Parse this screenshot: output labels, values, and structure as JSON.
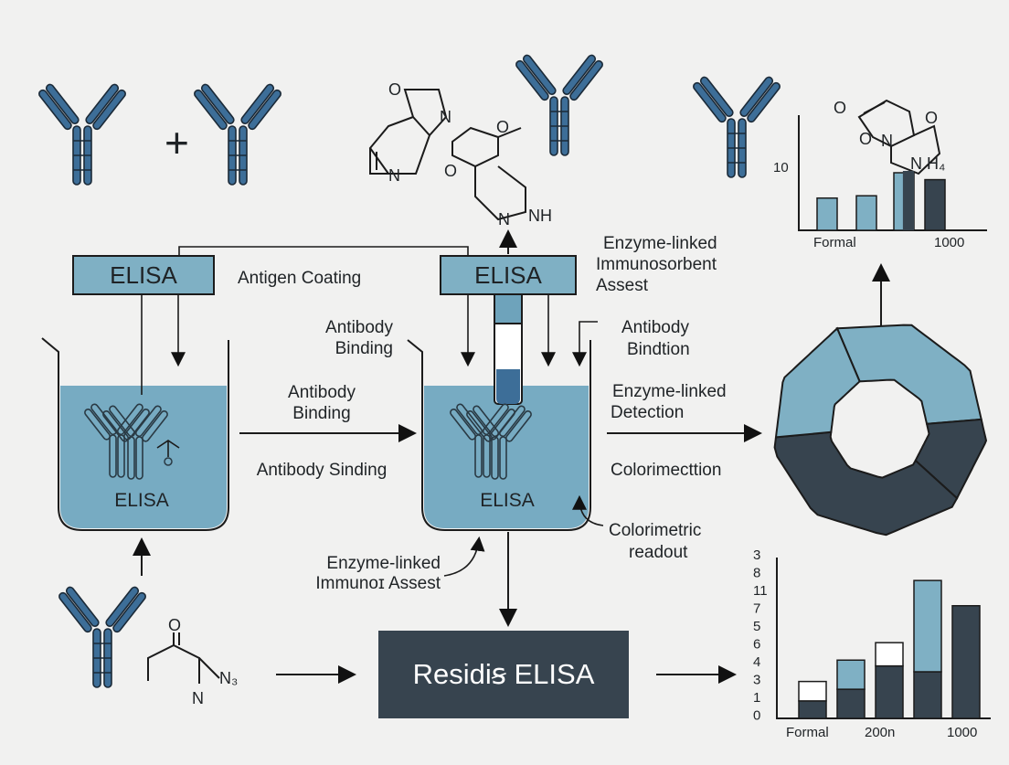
{
  "colors": {
    "antibody": "#3d6e98",
    "antibody_stroke": "#1b2a38",
    "liquid": "#77abc2",
    "light_blue": "#6ea3bb",
    "dark": "#37444f",
    "box_fill": "#7fb0c4"
  },
  "boxes": {
    "elisa_left": "ELISA",
    "elisa_center": "ELISA",
    "result": "Residiꞩ ELISA"
  },
  "beakers": {
    "left": "ELISA",
    "center": "ELISA"
  },
  "labels": {
    "antigen_coating": "Antigen Coating",
    "antibody_binding_1": [
      "Antibody",
      "Binding"
    ],
    "antibody_binding_2": [
      "Antibody",
      "Binding"
    ],
    "antibody_sinding": "Antibody Sinding",
    "elisa_def": [
      "Enzyme-linked",
      "Immunosorbent",
      "Assest"
    ],
    "antibody_bindtion": [
      "Antibody",
      "Bindtion"
    ],
    "enzyme_detection": [
      "Enzyme-linked",
      "Detection"
    ],
    "colorimection": "Colorimecttion",
    "colorimetric_readout": [
      "Colorimetric",
      "readout"
    ],
    "immuno_assest": [
      "Enzyme-linked",
      "Immunoɪ Assest"
    ]
  },
  "chem_labels": {
    "struct1": [
      "O",
      "N",
      "N"
    ],
    "struct2": [
      "O",
      "O",
      "N",
      "NH"
    ],
    "struct3": [
      "O",
      "O",
      "N",
      "O",
      "N",
      "H₄"
    ],
    "struct4": [
      "O",
      "N₃",
      "N"
    ]
  },
  "chart_data": [
    {
      "type": "bar",
      "title": "",
      "ytick_labels": [
        "10"
      ],
      "xtick_labels": [
        "Formal",
        "1000"
      ],
      "series": [
        {
          "name": "",
          "color": "#7fb0c4",
          "values": [
            2.8,
            3.0,
            5.0,
            0
          ]
        },
        {
          "name": "",
          "color": "#37444f",
          "values": [
            0,
            0,
            0,
            4.4
          ]
        }
      ],
      "overlay_dark": [
        0,
        0,
        0.9,
        0
      ],
      "ylim": [
        0,
        10
      ]
    },
    {
      "type": "pie",
      "slices": [
        {
          "value": 30,
          "color": "#7fb0c4"
        },
        {
          "value": 13,
          "color": "#37444f"
        },
        {
          "value": 37,
          "color": "#37444f"
        },
        {
          "value": 20,
          "color": "#7fb0c4"
        }
      ]
    },
    {
      "type": "bar",
      "title": "",
      "ytick_labels": [
        "3",
        "8",
        "11",
        "7",
        "5",
        "6",
        "4",
        "3",
        "1",
        "0"
      ],
      "xtick_labels": [
        "Formal",
        "200n",
        "1000"
      ],
      "categories": [
        "b1",
        "b2",
        "b3",
        "b4",
        "b5"
      ],
      "series": [
        {
          "name": "",
          "color": "#37444f",
          "values": [
            0.9,
            1.5,
            2.7,
            2.4,
            5.8
          ]
        },
        {
          "name": "",
          "color": "#7fb0c4",
          "values": [
            0,
            1.5,
            0,
            4.7,
            0
          ]
        },
        {
          "name": "",
          "color": "#ffffff",
          "values": [
            1.0,
            0,
            1.2,
            0,
            0
          ]
        }
      ],
      "ylim": [
        0,
        8
      ]
    }
  ]
}
